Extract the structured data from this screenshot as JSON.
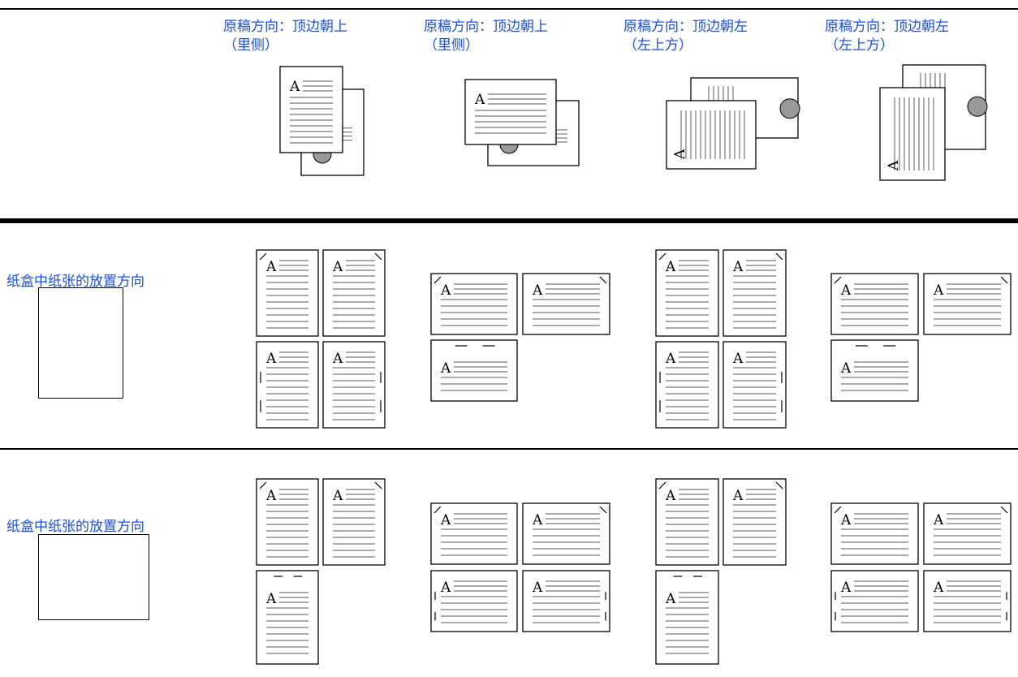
{
  "headers": [
    {
      "line1": "原稿方向：顶边朝上",
      "line2": "（里侧）"
    },
    {
      "line1": "原稿方向：顶边朝上",
      "line2": "（里侧）"
    },
    {
      "line1": "原稿方向：顶边朝左",
      "line2": "（左上方）"
    },
    {
      "line1": "原稿方向：顶边朝左",
      "line2": "（左上方）"
    }
  ],
  "rows": [
    {
      "label": "纸盒中纸张的放置方向",
      "tray_orientation": "portrait"
    },
    {
      "label": "纸盒中纸张的放置方向",
      "tray_orientation": "landscape"
    }
  ],
  "page_glyph": "A",
  "colors": {
    "label": "#1a4fd6",
    "rule": "#000000",
    "text_lines": "#777777"
  }
}
